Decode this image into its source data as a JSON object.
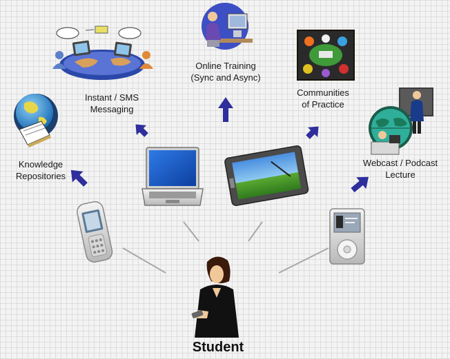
{
  "center": {
    "label": "Student"
  },
  "services": [
    {
      "id": "knowledge",
      "line1": "Knowledge",
      "line2": "Repositories",
      "icon": "globe-book-icon"
    },
    {
      "id": "messaging",
      "line1": "Instant / SMS",
      "line2": "Messaging",
      "icon": "world-chat-icon"
    },
    {
      "id": "training",
      "line1": "Online Training",
      "line2": "(Sync and Async)",
      "icon": "computer-user-icon"
    },
    {
      "id": "communities",
      "line1": "Communities",
      "line2": "of Practice",
      "icon": "group-meeting-icon"
    },
    {
      "id": "webcast",
      "line1": "Webcast / Podcast",
      "line2": "Lecture",
      "icon": "presenter-globe-icon"
    }
  ],
  "devices": [
    "mobile-phone-icon",
    "laptop-icon",
    "tablet-pc-icon",
    "ipod-icon"
  ],
  "colors": {
    "arrow": "#2e2e9c",
    "line": "#a8a8a8",
    "laptop_screen": "#1a5fd0",
    "globe": "#3b8fd4"
  }
}
